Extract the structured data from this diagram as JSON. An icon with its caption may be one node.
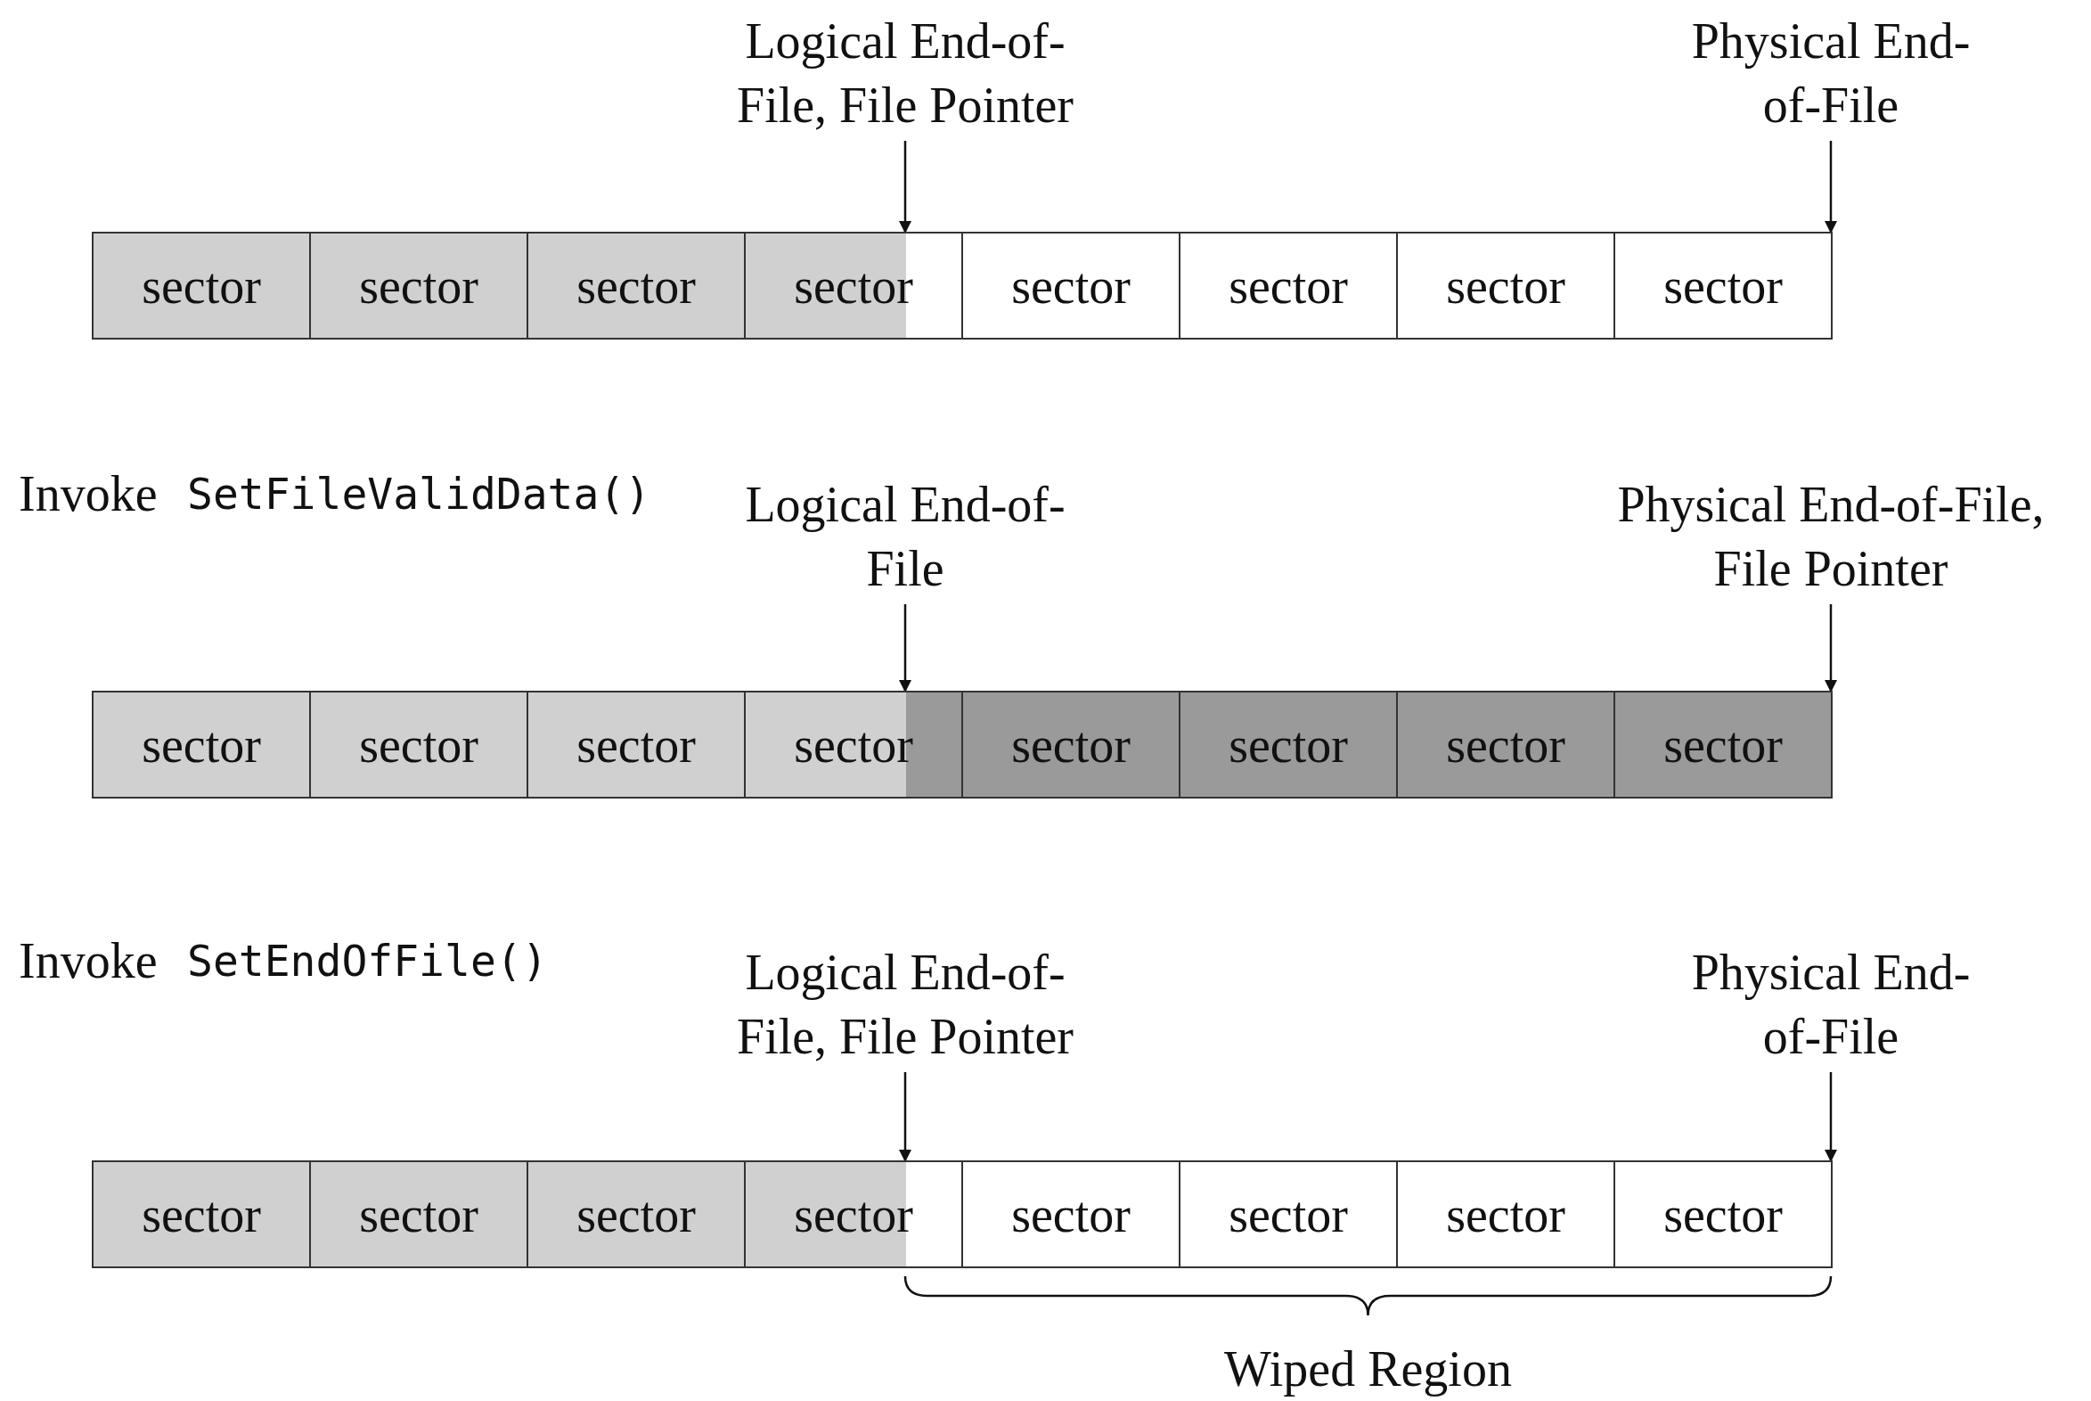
{
  "diagram": {
    "nodes": [
      {
        "text": [
          "Logical End-of-File, File Pointer"
        ]
      },
      {
        "text": [
          "Physical End-of-File"
        ]
      },
      {
        "text": [
          "sector"
        ]
      },
      {
        "text": [
          "sector"
        ]
      },
      {
        "text": [
          "sector"
        ]
      },
      {
        "text": [
          "sector"
        ]
      },
      {
        "text": [
          "sector"
        ]
      },
      {
        "text": [
          "sector"
        ]
      },
      {
        "text": [
          "sector"
        ]
      },
      {
        "text": [
          "sector"
        ]
      },
      {
        "text": [
          "Logical End-of-File"
        ]
      },
      {
        "text": [
          "Physical End-of-File, File Pointer"
        ]
      },
      {
        "text": [
          "sector"
        ]
      },
      {
        "text": [
          "sector"
        ]
      },
      {
        "text": [
          "sector"
        ]
      },
      {
        "text": [
          "sector"
        ]
      },
      {
        "text": [
          "sector"
        ]
      },
      {
        "text": [
          "sector"
        ]
      },
      {
        "text": [
          "sector"
        ]
      },
      {
        "text": [
          "sector"
        ]
      },
      {
        "text": [
          "Logical End-of-File, File Pointer"
        ]
      },
      {
        "text": [
          "Physical End-of-File"
        ]
      },
      {
        "text": [
          "sector"
        ]
      },
      {
        "text": [
          "sector"
        ]
      },
      {
        "text": [
          "sector"
        ]
      },
      {
        "text": [
          "sector"
        ]
      },
      {
        "text": [
          "sector"
        ]
      },
      {
        "text": [
          "sector"
        ]
      },
      {
        "text": [
          "sector"
        ]
      },
      {
        "text": [
          "sector"
        ]
      }
    ],
    "edges": [
      {
        "from": 0,
        "to": 5,
        "arrow": "to"
      },
      {
        "from": 1,
        "to": 9,
        "arrow": "to"
      },
      {
        "from": 10,
        "to": 15,
        "arrow": "to"
      },
      {
        "from": 11,
        "to": 19,
        "arrow": "to"
      },
      {
        "from": 20,
        "to": 25,
        "arrow": "to"
      },
      {
        "from": 21,
        "to": 29,
        "arrow": "to"
      }
    ],
    "labels": [
      "Invoke",
      "SetFileValidData()",
      "Invoke",
      "SetEndOfFile()",
      "Wiped Region"
    ]
  }
}
